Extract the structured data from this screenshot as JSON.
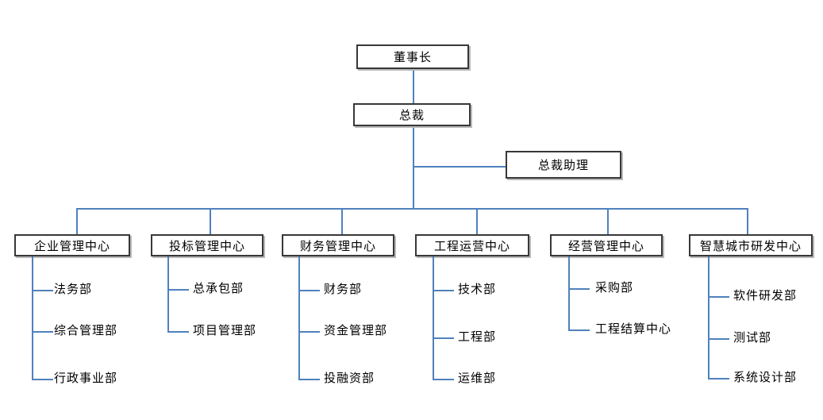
{
  "chart_data": {
    "type": "org-chart",
    "root": {
      "label": "董事长"
    },
    "president": {
      "label": "总裁"
    },
    "assistant": {
      "label": "总裁助理"
    },
    "centers": [
      {
        "label": "企业管理中心",
        "departments": [
          "法务部",
          "综合管理部",
          "行政事业部"
        ]
      },
      {
        "label": "投标管理中心",
        "departments": [
          "总承包部",
          "项目管理部"
        ]
      },
      {
        "label": "财务管理中心",
        "departments": [
          "财务部",
          "资金管理部",
          "投融资部"
        ]
      },
      {
        "label": "工程运营中心",
        "departments": [
          "技术部",
          "工程部",
          "运维部"
        ]
      },
      {
        "label": "经营管理中心",
        "departments": [
          "采购部",
          "工程结算中心"
        ]
      },
      {
        "label": "智慧城市研发中心",
        "departments": [
          "软件研发部",
          "测试部",
          "系统设计部"
        ]
      }
    ],
    "colors": {
      "connector_line": "#4f81bd",
      "box_border": "#383838",
      "box_shadow": "#b8b8b8",
      "text": "#000000",
      "background": "#ffffff"
    }
  }
}
